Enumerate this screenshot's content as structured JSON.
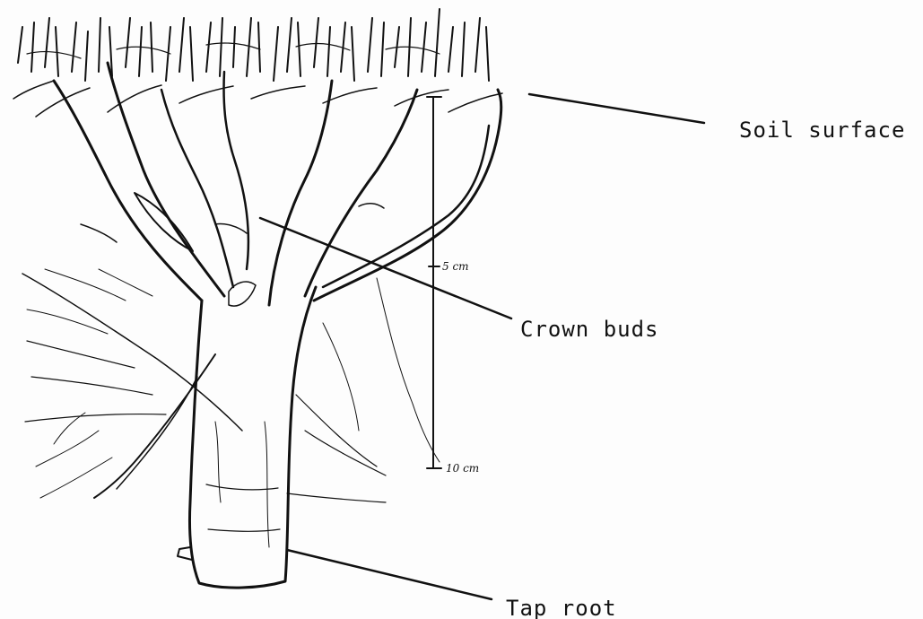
{
  "labels": {
    "soil_surface": "Soil surface",
    "crown_buds": "Crown buds",
    "tap_root": "Tap root"
  },
  "scale": {
    "mark_5": "5 cm",
    "mark_10": "10 cm"
  },
  "colors": {
    "ink": "#111111",
    "paper": "#fdfdfd"
  }
}
